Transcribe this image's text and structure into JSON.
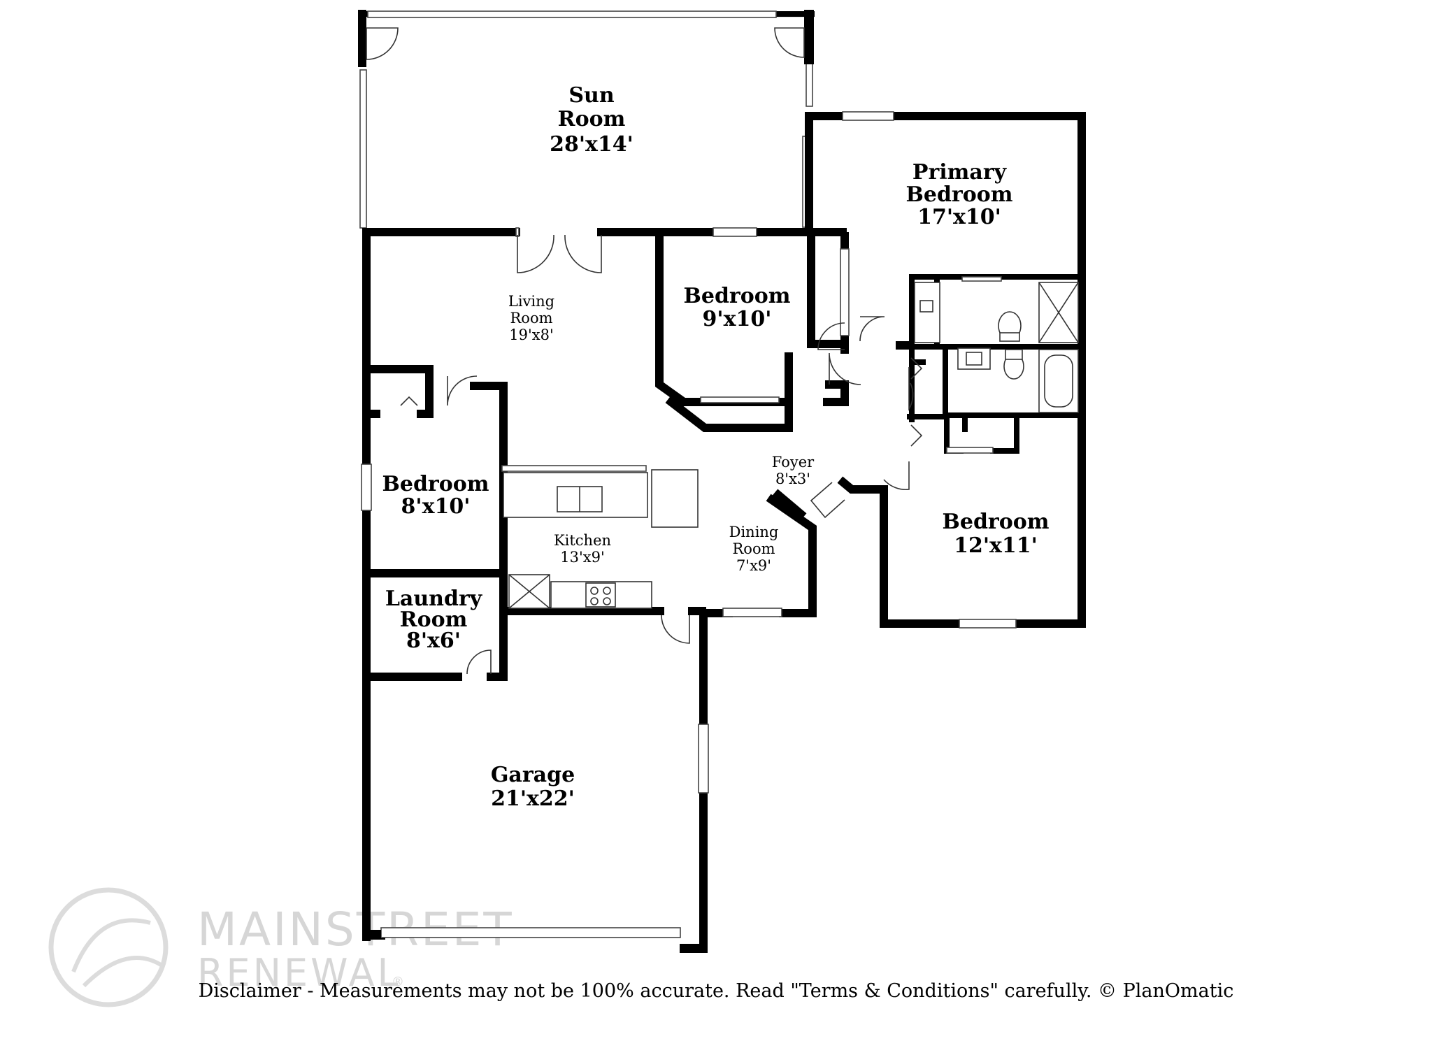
{
  "rooms": {
    "sun_room": {
      "name_line1": "Sun",
      "name_line2": "Room",
      "size": "28'x14'"
    },
    "primary_bedroom": {
      "name_line1": "Primary",
      "name_line2": "Bedroom",
      "size": "17'x10'"
    },
    "bedroom_a": {
      "name": "Bedroom",
      "size": "9'x10'"
    },
    "living_room": {
      "name_line1": "Living",
      "name_line2": "Room",
      "size": "19'x8'"
    },
    "bedroom_b": {
      "name": "Bedroom",
      "size": "8'x10'"
    },
    "foyer": {
      "name": "Foyer",
      "size": "8'x3'"
    },
    "kitchen": {
      "name": "Kitchen",
      "size": "13'x9'"
    },
    "dining_room": {
      "name_line1": "Dining",
      "name_line2": "Room",
      "size": "7'x9'"
    },
    "bedroom_c": {
      "name": "Bedroom",
      "size": "12'x11'"
    },
    "laundry_room": {
      "name_line1": "Laundry",
      "name_line2": "Room",
      "size": "8'x6'"
    },
    "garage": {
      "name": "Garage",
      "size": "21'x22'"
    }
  },
  "watermark": {
    "line1": "MAINSTREET",
    "line2": "RENEWAL",
    "mark": "®"
  },
  "disclaimer": "Disclaimer - Measurements may not be 100% accurate. Read \"Terms & Conditions\" carefully. © PlanOmatic"
}
